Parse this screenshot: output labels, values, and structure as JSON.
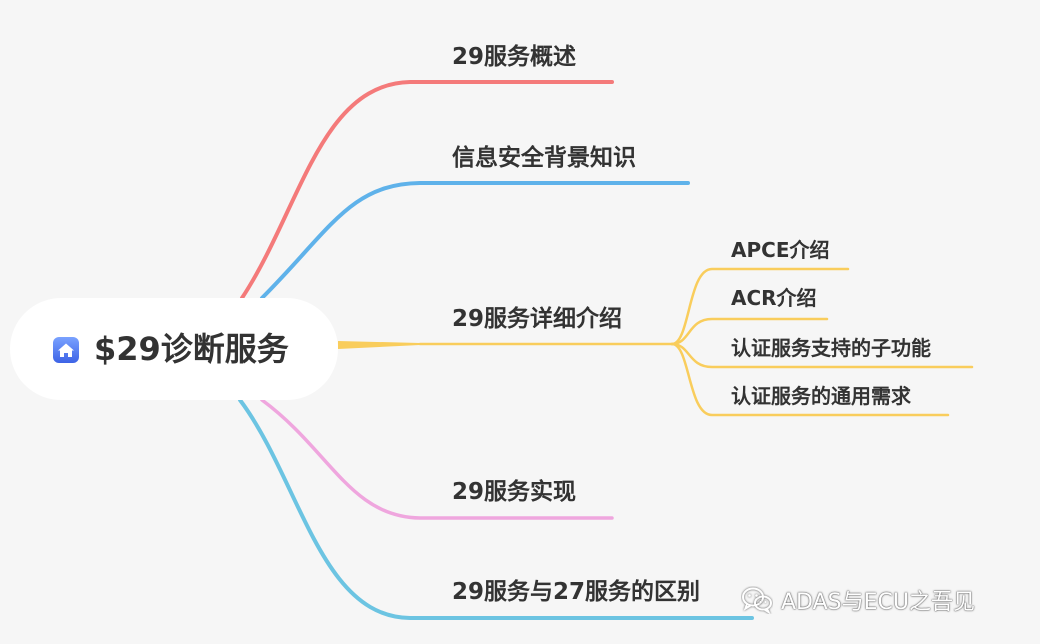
{
  "root": {
    "label": "$29诊断服务",
    "icon": "home-icon",
    "icon_color": "#4a7bf7"
  },
  "topics": [
    {
      "label": "29服务概述",
      "color": "#f47a7a"
    },
    {
      "label": "信息安全背景知识",
      "color": "#5fb2ea"
    },
    {
      "label": "29服务详细介绍",
      "color": "#f9cd5c"
    },
    {
      "label": "29服务实现",
      "color": "#efa6de"
    },
    {
      "label": "29服务与27服务的区别",
      "color": "#6cc4e2"
    }
  ],
  "subtopics": [
    {
      "label": "APCE介绍"
    },
    {
      "label": "ACR介绍"
    },
    {
      "label": "认证服务支持的子功能"
    },
    {
      "label": "认证服务的通用需求"
    }
  ],
  "watermark": {
    "text": "ADAS与ECU之吾见",
    "icon": "wechat-icon"
  }
}
